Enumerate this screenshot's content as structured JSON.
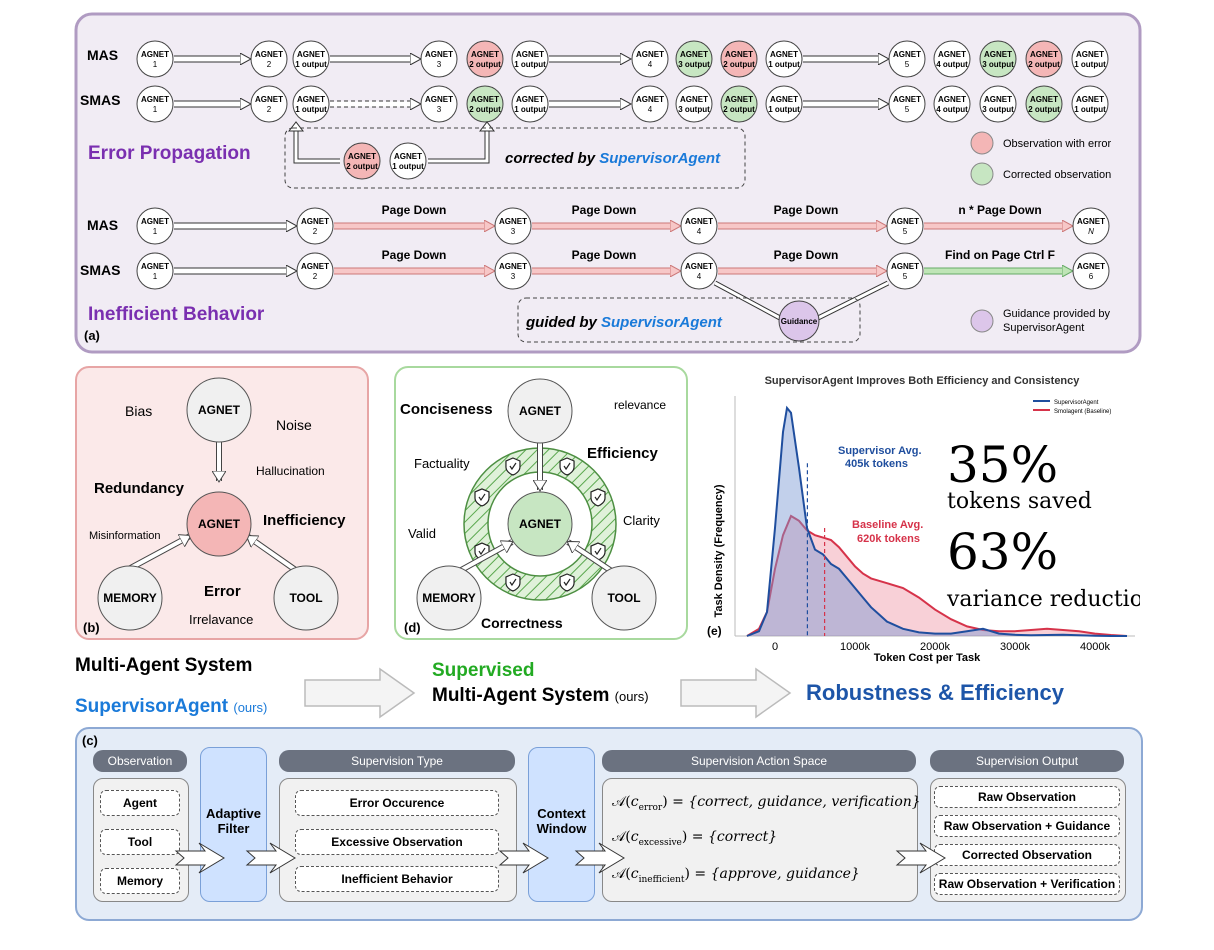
{
  "node_label": "AGNET",
  "panel_a": {
    "label": "(a)",
    "row_labels": {
      "mas": "MAS",
      "smas": "SMAS"
    },
    "error_title": "Error Propagation",
    "inefficient_title": "Inefficient Behavior",
    "corrected_by": "corrected by",
    "guided_by": "guided by",
    "supervisor_name": "SupervisorAgent",
    "guidance_label": "Guidance",
    "page_down": "Page Down",
    "n_page_down": "n * Page Down",
    "find_on_page": "Find on Page Ctrl F",
    "legend": {
      "error": "Observation with error",
      "corrected": "Corrected observation",
      "guidance_line1": "Guidance provided by",
      "guidance_line2": "SupervisorAgent"
    },
    "node_subs": [
      "1",
      "2",
      "3",
      "4",
      "5",
      "6",
      "N",
      "1 output",
      "2 output",
      "3 output",
      "4 output"
    ]
  },
  "panel_b": {
    "label": "(b)",
    "agent": "AGNET",
    "memory": "MEMORY",
    "tool": "TOOL",
    "words": [
      "Bias",
      "Noise",
      "Redundancy",
      "Hallucination",
      "Inefficiency",
      "Misinformation",
      "Error",
      "Irrelavance"
    ]
  },
  "panel_d": {
    "label": "(d)",
    "agent": "AGNET",
    "memory": "MEMORY",
    "tool": "TOOL",
    "words": [
      "Conciseness",
      "relevance",
      "Efficiency",
      "Factuality",
      "Clarity",
      "Valid",
      "Correctness"
    ]
  },
  "middle": {
    "mas": "Multi-Agent System",
    "supervisor": "SupervisorAgent",
    "ours": "(ours)",
    "supervised": "Supervised",
    "smas": "Multi-Agent System",
    "robust": "Robustness & Efficiency"
  },
  "panel_c": {
    "label": "(c)",
    "observation": {
      "header": "Observation",
      "items": [
        "Agent",
        "Tool",
        "Memory"
      ]
    },
    "adaptive_filter": [
      "Adaptive",
      "Filter"
    ],
    "supervision_type": {
      "header": "Supervision Type",
      "items": [
        "Error Occurence",
        "Excessive Observation",
        "Inefficient Behavior"
      ]
    },
    "context_window": [
      "Context",
      "Window"
    ],
    "action_space": {
      "header": "Supervision Action Space",
      "items": [
        {
          "sub": "error",
          "set": "{correct, guidance, verification}"
        },
        {
          "sub": "excessive",
          "set": "{correct}"
        },
        {
          "sub": "inefficient",
          "set": "{approve, guidance}"
        }
      ]
    },
    "output": {
      "header": "Supervision Output",
      "items": [
        "Raw Observation",
        "Raw Observation + Guidance",
        "Corrected Observation",
        "Raw Observation + Verification"
      ]
    }
  },
  "chart_data": {
    "type": "area",
    "title": "SupervisorAgent Improves Both Efficiency and Consistency",
    "xlabel": "Token Cost per Task",
    "ylabel": "Task Density (Frequency)",
    "xlim": [
      -500,
      4500
    ],
    "xticks": [
      "0",
      "1000k",
      "2000k",
      "3000k",
      "4000k"
    ],
    "xtick_values": [
      0,
      1000,
      2000,
      3000,
      4000
    ],
    "series": [
      {
        "name": "SupervisorAgent",
        "color": "#1f4e9e",
        "x": [
          -350,
          -200,
          -100,
          0,
          100,
          150,
          200,
          300,
          400,
          500,
          600,
          700,
          800,
          900,
          1000,
          1100,
          1200,
          1300,
          1400,
          1600,
          1800,
          2000,
          2200,
          2400,
          2600,
          2800,
          3000,
          3200,
          3400,
          3600,
          3800,
          4000,
          4200,
          4400
        ],
        "y": [
          0,
          0.02,
          0.1,
          0.45,
          0.85,
          0.95,
          0.93,
          0.7,
          0.45,
          0.36,
          0.34,
          0.3,
          0.28,
          0.24,
          0.2,
          0.16,
          0.12,
          0.09,
          0.06,
          0.03,
          0.015,
          0.01,
          0.01,
          0.02,
          0.03,
          0.01,
          0.005,
          0.003,
          0.004,
          0.005,
          0.003,
          0.001,
          0,
          0
        ]
      },
      {
        "name": "Smolagent (Baseline)",
        "color": "#d6334a",
        "x": [
          -350,
          -200,
          -100,
          0,
          100,
          200,
          300,
          400,
          500,
          600,
          700,
          800,
          900,
          1000,
          1100,
          1200,
          1300,
          1400,
          1600,
          1800,
          2000,
          2200,
          2400,
          2600,
          2800,
          3000,
          3200,
          3400,
          3600,
          3800,
          4000,
          4200,
          4400
        ],
        "y": [
          0,
          0.03,
          0.1,
          0.28,
          0.42,
          0.5,
          0.48,
          0.44,
          0.42,
          0.41,
          0.4,
          0.37,
          0.33,
          0.29,
          0.26,
          0.24,
          0.23,
          0.22,
          0.2,
          0.16,
          0.11,
          0.07,
          0.04,
          0.025,
          0.02,
          0.02,
          0.025,
          0.03,
          0.025,
          0.02,
          0.01,
          0.004,
          0
        ]
      }
    ],
    "annotations": {
      "supervisor_avg": {
        "x": 405,
        "line1": "Supervisor Avg.",
        "line2": "405k tokens"
      },
      "baseline_avg": {
        "x": 620,
        "line1": "Baseline Avg.",
        "line2": "620k tokens"
      }
    },
    "big_stats": [
      {
        "value": "35%",
        "text": "tokens saved"
      },
      {
        "value": "63%",
        "text": "variance reduction"
      }
    ],
    "panel_label": "(e)"
  },
  "colors": {
    "panel_a_bg": "#f1ecf4",
    "panel_a_border": "#b09bc2",
    "purple_title": "#7a2fb0",
    "supervisor_blue": "#1a7ad9",
    "error_red": "#f4b6b6",
    "corrected_green": "#c7e6c2",
    "guidance_purple": "#dcc6ea",
    "panel_b_bg": "#fbe9e9",
    "panel_b_border": "#e7a5a5",
    "panel_d_bg": "#ffffff",
    "panel_d_border": "#a8d99e",
    "supervised_green": "#22aa22",
    "robust_blue": "#1d55a8",
    "panel_c_bg": "#e4ecf7",
    "panel_c_border": "#8da9d4"
  }
}
